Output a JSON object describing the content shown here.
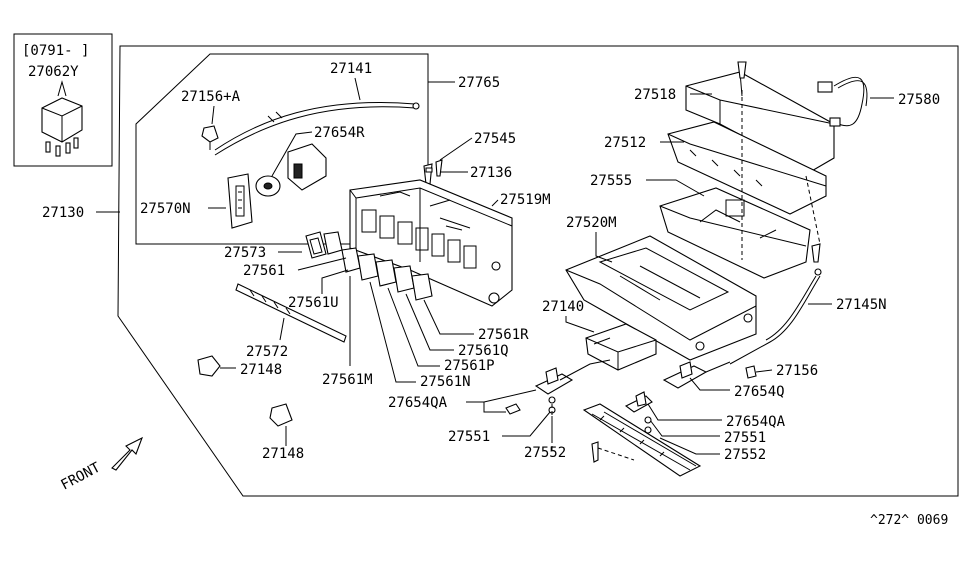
{
  "inset": {
    "date_code": "[0791-  ]",
    "part": "27062Y"
  },
  "parts": {
    "p27141": "27141",
    "p27765": "27765",
    "p27156A": "27156+A",
    "p27654R": "27654R",
    "p27570N": "27570N",
    "p27130": "27130",
    "p27545": "27545",
    "p27136": "27136",
    "p27519M": "27519M",
    "p27573": "27573",
    "p27561": "27561",
    "p27561U": "27561U",
    "p27561R": "27561R",
    "p27561Q": "27561Q",
    "p27561P": "27561P",
    "p27561N": "27561N",
    "p27561M": "27561M",
    "p27572": "27572",
    "p27148a": "27148",
    "p27148b": "27148",
    "p27518": "27518",
    "p27580": "27580",
    "p27512": "27512",
    "p27555": "27555",
    "p27520M": "27520M",
    "p27140": "27140",
    "p27145N": "27145N",
    "p27156": "27156",
    "p27654Q": "27654Q",
    "p27654QA_left": "27654QA",
    "p27654QA_right": "27654QA",
    "p27551_left": "27551",
    "p27551_right": "27551",
    "p27552_left": "27552",
    "p27552_right": "27552"
  },
  "front_label": "FRONT",
  "diagram_code": "^272^ 0069"
}
